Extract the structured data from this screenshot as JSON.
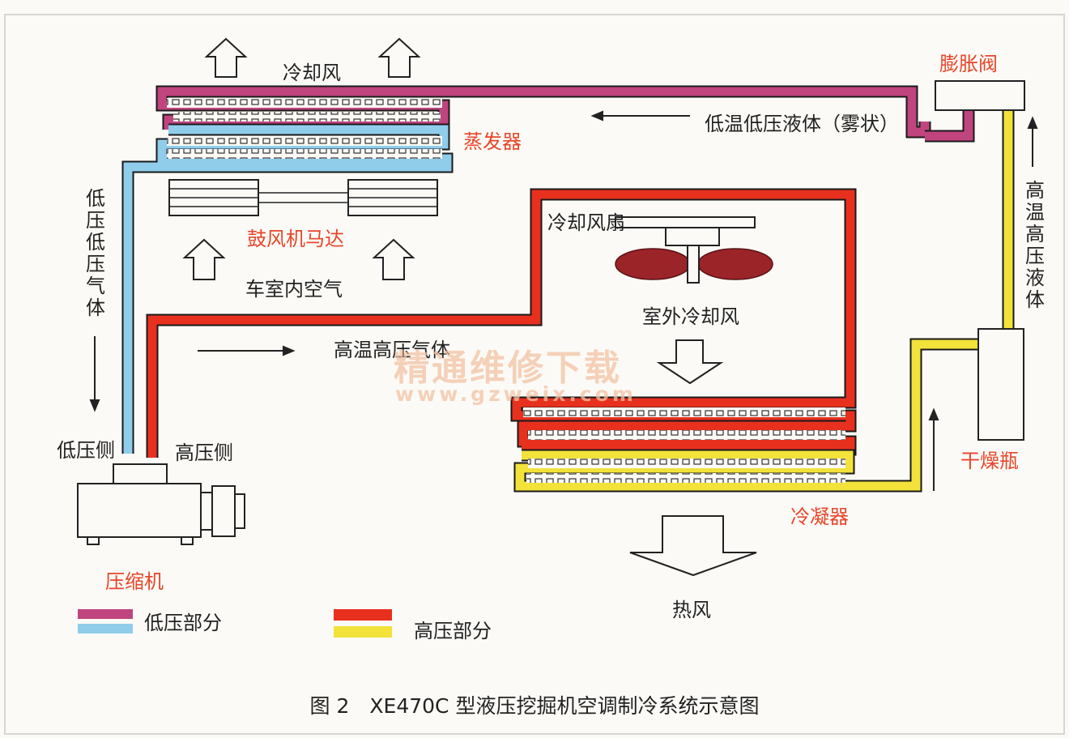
{
  "labels": {
    "cooling_air": "冷却风",
    "expansion_valve": "膨胀阀",
    "low_temp_low_pressure_liquid": "低温低压液体（雾状）",
    "evaporator": "蒸发器",
    "blower_motor": "鼓风机马达",
    "cabin_air": "车室内空气",
    "cooling_fan": "冷却风扇",
    "outdoor_cooling_air": "室外冷却风",
    "high_temp_high_pressure_gas": "高温高压气体",
    "low_pressure_low_pressure_gas": "低压低压气体",
    "high_temp_high_pressure_liquid": "高温高压液体",
    "low_pressure_side": "低压侧",
    "high_pressure_side": "高压侧",
    "dryer": "干燥瓶",
    "condenser": "冷凝器",
    "compressor": "压缩机",
    "hot_air": "热风"
  },
  "legend": {
    "low_pressure": "低压部分",
    "high_pressure": "高压部分"
  },
  "watermark": {
    "title": "精通维修下载",
    "url": "www.gzweix.com"
  },
  "caption": "图 2　XE470C 型液压挖掘机空调制冷系统示意图",
  "colors": {
    "low_pressure_liquid": "#c0447e",
    "low_pressure_gas": "#8fcdea",
    "high_pressure_gas": "#e8301e",
    "high_pressure_liquid": "#f2e23a",
    "fan_blade": "#9b2429"
  }
}
